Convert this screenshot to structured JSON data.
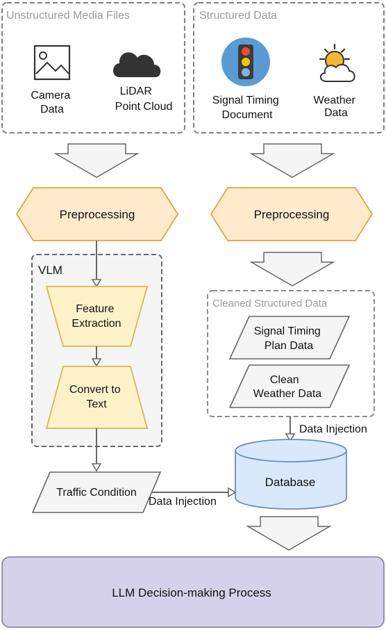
{
  "groups": {
    "unstructured": "Unstructured Media Files",
    "structured": "Structured Data",
    "vlm": "VLM",
    "cleaned": "Cleaned Structured Data"
  },
  "sources": {
    "camera": [
      "Camera",
      "Data"
    ],
    "lidar": [
      "LiDAR",
      "Point Cloud"
    ],
    "signal": [
      "Signal Timing",
      "Document"
    ],
    "weather": [
      "Weather",
      "Data"
    ]
  },
  "steps": {
    "preprocessing_left": "Preprocessing",
    "preprocessing_right": "Preprocessing",
    "feature_extraction": [
      "Feature",
      "Extraction"
    ],
    "convert_to_text": [
      "Convert to",
      "Text"
    ],
    "signal_plan": [
      "Signal Timing",
      "Plan Data"
    ],
    "clean_weather": [
      "Clean",
      "Weather Data"
    ],
    "traffic_condition": "Traffic Condition",
    "database": "Database",
    "llm": "LLM Decision-making Process"
  },
  "edges": {
    "injection_right": "Data Injection",
    "injection_bottom": "Data Injection"
  },
  "colors": {
    "dashed_border": "#7f7f7f",
    "vlm_fill": "#f5f5f5",
    "hexagon_fill": "#ffeacc",
    "hexagon_stroke": "#e2a23c",
    "trapezoid_fill": "#fff2c8",
    "trapezoid_stroke": "#d6b656",
    "parallelogram_fill": "#f5f5f5",
    "database_fill": "#dae8fc",
    "database_stroke": "#6c8ebf",
    "llm_fill": "#d5d1eb",
    "llm_stroke": "#8a86b4",
    "arrow_fill": "#f5f5f5",
    "traffic_light_bg": "#5a9bd5"
  },
  "icons": {
    "camera": "image-icon",
    "lidar": "cloud-icon",
    "signal": "traffic-light-icon",
    "weather": "partly-cloudy-icon"
  }
}
